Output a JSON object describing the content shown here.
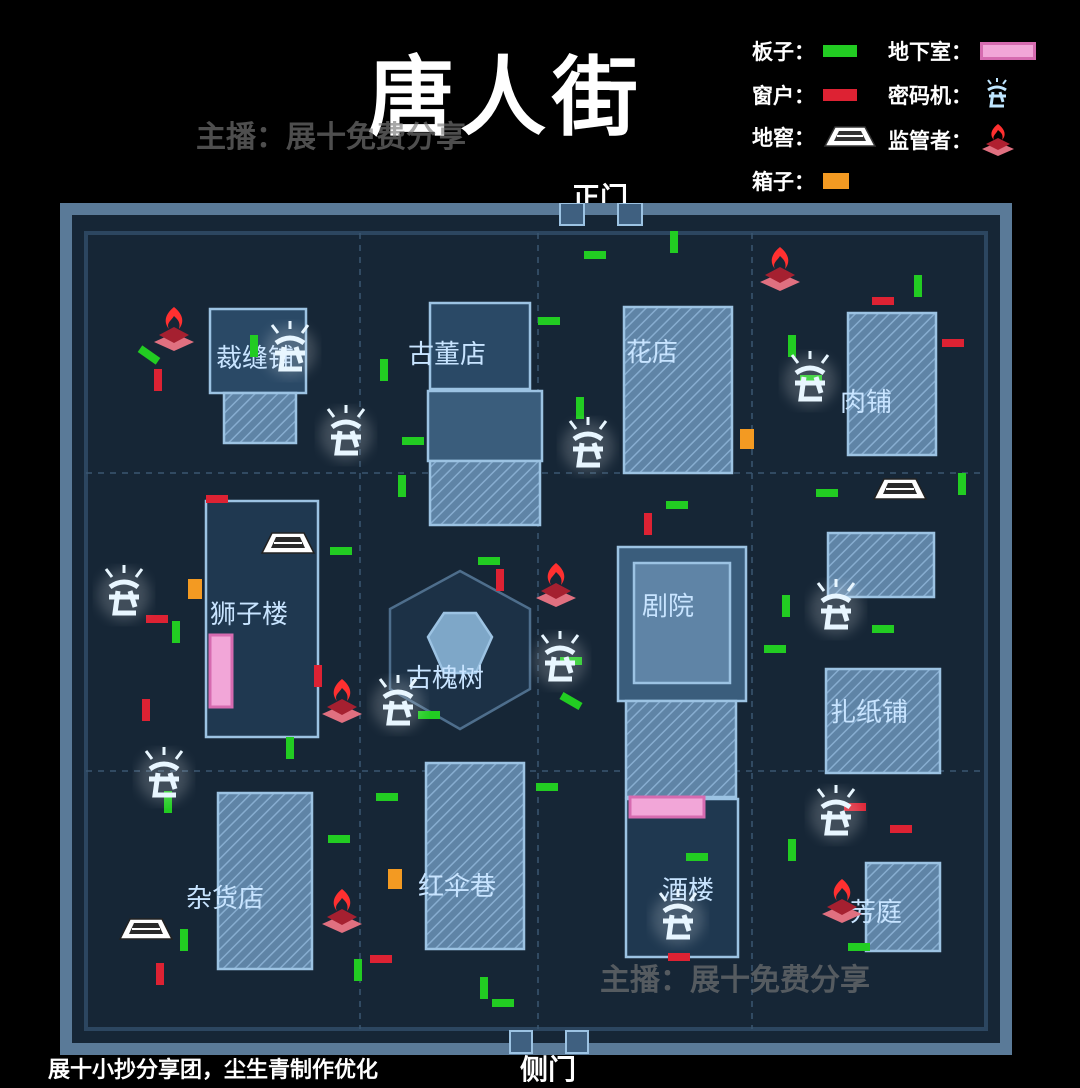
{
  "title": "唐人街",
  "watermarks": [
    "主播：展十免费分享",
    "主播：展十免费分享"
  ],
  "gates": {
    "top": "正门",
    "bottom": "侧门"
  },
  "credit": "展十小抄分享团，尘生青制作优化",
  "legend": {
    "board": "板子：",
    "window": "窗户：",
    "hatch": "地窖：",
    "box": "箱子：",
    "basement": "地下室：",
    "cipher": "密码机：",
    "hunter": "监管者："
  },
  "colors": {
    "board": "#22cc22",
    "window": "#dd2233",
    "box": "#f39a22",
    "basement": "#f2a6d8",
    "hunter": "#e02828",
    "mapBg": "#162636",
    "building": "#8ab4d6"
  },
  "icons": {
    "hatch": "hatch-icon",
    "cipher": "cipher-machine-icon",
    "hunter": "hunter-icon"
  },
  "locations": [
    "裁缝铺",
    "古董店",
    "花店",
    "肉铺",
    "狮子楼",
    "古槐树",
    "剧院",
    "扎纸铺",
    "杂货店",
    "红伞巷",
    "酒楼",
    "芳庭"
  ]
}
